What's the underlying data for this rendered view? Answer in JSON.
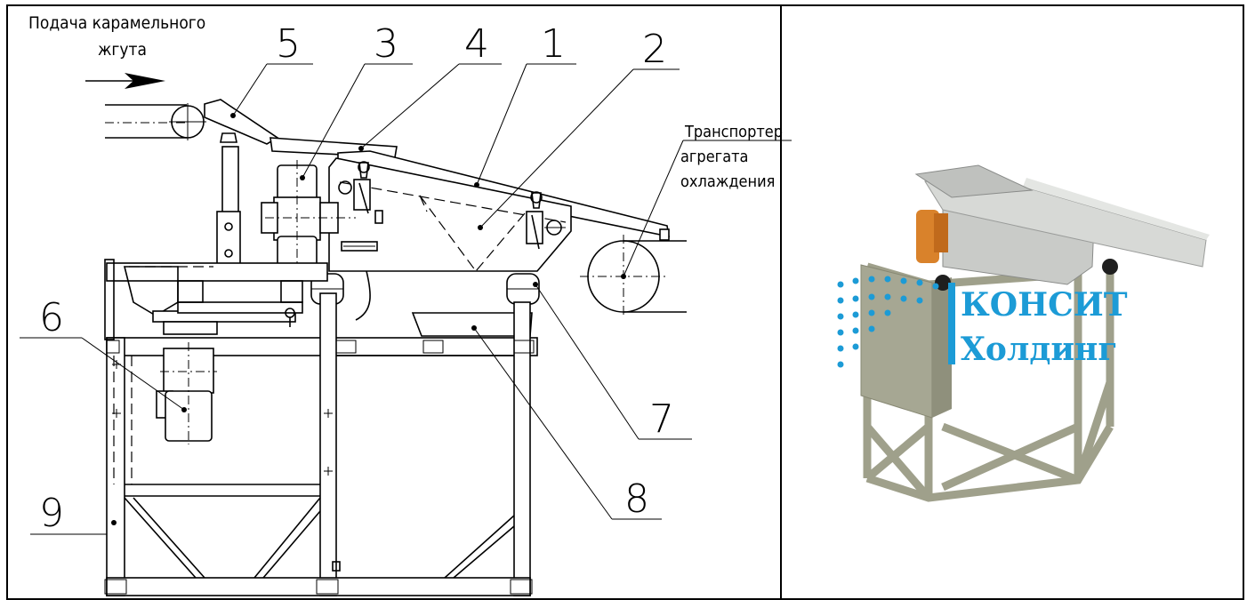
{
  "labels": {
    "feed": [
      "Подача карамельного",
      "жгута"
    ],
    "conveyor": [
      "Транспортер",
      "агрегата",
      "охлаждения"
    ]
  },
  "callouts": [
    "1",
    "2",
    "3",
    "4",
    "5",
    "6",
    "7",
    "8",
    "9"
  ],
  "photo": {
    "logo_line1": "КОНСИТ",
    "logo_line2": "Холдинг"
  },
  "colors": {
    "frame": "#9fa08b",
    "metal": "#c9cbc8",
    "orange": "#d9822b",
    "logo": "#1c9bd6"
  }
}
